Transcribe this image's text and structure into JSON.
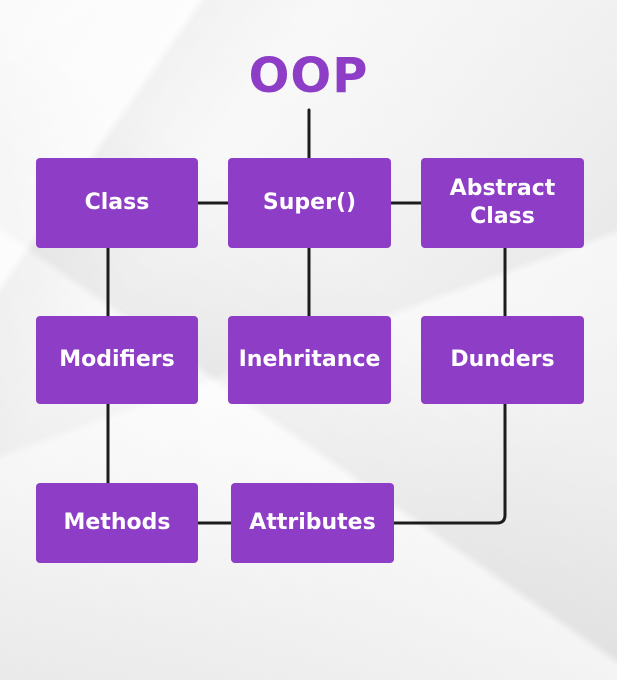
{
  "colors": {
    "accent": "#8e3dc6",
    "line": "#1c1c1c",
    "text": "#ffffff"
  },
  "title": "OOP",
  "nodes": {
    "class": "Class",
    "super": "Super()",
    "abstract_class": "Abstract\nClass",
    "modifiers": "Modifiers",
    "inheritance": "Inehritance",
    "dunders": "Dunders",
    "methods": "Methods",
    "attributes": "Attributes"
  }
}
